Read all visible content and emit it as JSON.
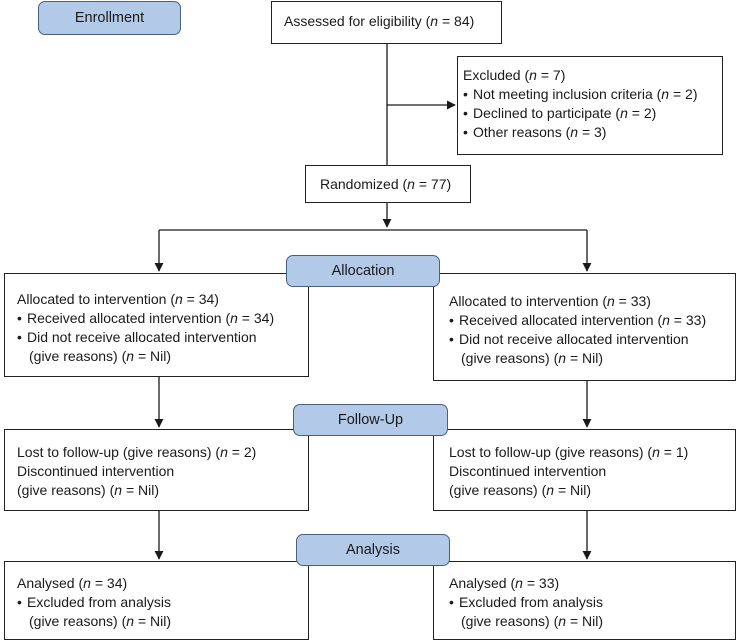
{
  "stages": {
    "enrollment": "Enrollment",
    "allocation": "Allocation",
    "follow_up": "Follow-Up",
    "analysis": "Analysis"
  },
  "assessed": {
    "pre": "Assessed for eligibility (",
    "n": "n",
    "post": " = 84)"
  },
  "excluded": {
    "title": {
      "pre": "Excluded  (",
      "n": "n",
      "post": " = 7)"
    },
    "items": [
      {
        "pre": "Not meeting inclusion criteria (",
        "n": "n",
        "post": " = 2)"
      },
      {
        "pre": "Declined to participate (",
        "n": "n",
        "post": " = 2)"
      },
      {
        "pre": "Other reasons (",
        "n": "n",
        "post": " = 3)"
      }
    ]
  },
  "randomized": {
    "pre": "Randomized (",
    "n": "n",
    "post": " = 77)"
  },
  "allocation": {
    "left": {
      "title": {
        "pre": "Allocated to intervention (",
        "n": "n",
        "post": " = 34)"
      },
      "received": {
        "pre": "Received allocated intervention (",
        "n": "n",
        "post": " = 34)"
      },
      "not_received": "Did not receive allocated intervention",
      "reasons": {
        "pre": "(give reasons) (",
        "n": "n",
        "post": " = Nil)"
      }
    },
    "right": {
      "title": {
        "pre": "Allocated to intervention (",
        "n": "n",
        "post": " = 33)"
      },
      "received": {
        "pre": "Received allocated intervention (",
        "n": "n",
        "post": " = 33)"
      },
      "not_received": "Did not receive allocated intervention",
      "reasons": {
        "pre": "(give reasons) (",
        "n": "n",
        "post": " = Nil)"
      }
    }
  },
  "follow_up": {
    "left": {
      "lost": {
        "pre": "Lost to follow-up (give reasons) (",
        "n": "n",
        "post": " = 2)"
      },
      "discontinued": "Discontinued intervention",
      "reasons": {
        "pre": "(give reasons) (",
        "n": "n",
        "post": " = Nil)"
      }
    },
    "right": {
      "lost": {
        "pre": "Lost to follow-up (give reasons) (",
        "n": "n",
        "post": " = 1)"
      },
      "discontinued": "Discontinued intervention",
      "reasons": {
        "pre": "(give reasons) (",
        "n": "n",
        "post": " = Nil)"
      }
    }
  },
  "analysis": {
    "left": {
      "title": {
        "pre": "Analysed  (",
        "n": "n",
        "post": " = 34)"
      },
      "excluded": "Excluded from analysis",
      "reasons": {
        "pre": "(give reasons) (",
        "n": "n",
        "post": " = Nil)"
      }
    },
    "right": {
      "title": {
        "pre": "Analysed  (",
        "n": "n",
        "post": " = 33)"
      },
      "excluded": "Excluded from analysis",
      "reasons": {
        "pre": "(give reasons) (",
        "n": "n",
        "post": " = Nil)"
      }
    }
  }
}
